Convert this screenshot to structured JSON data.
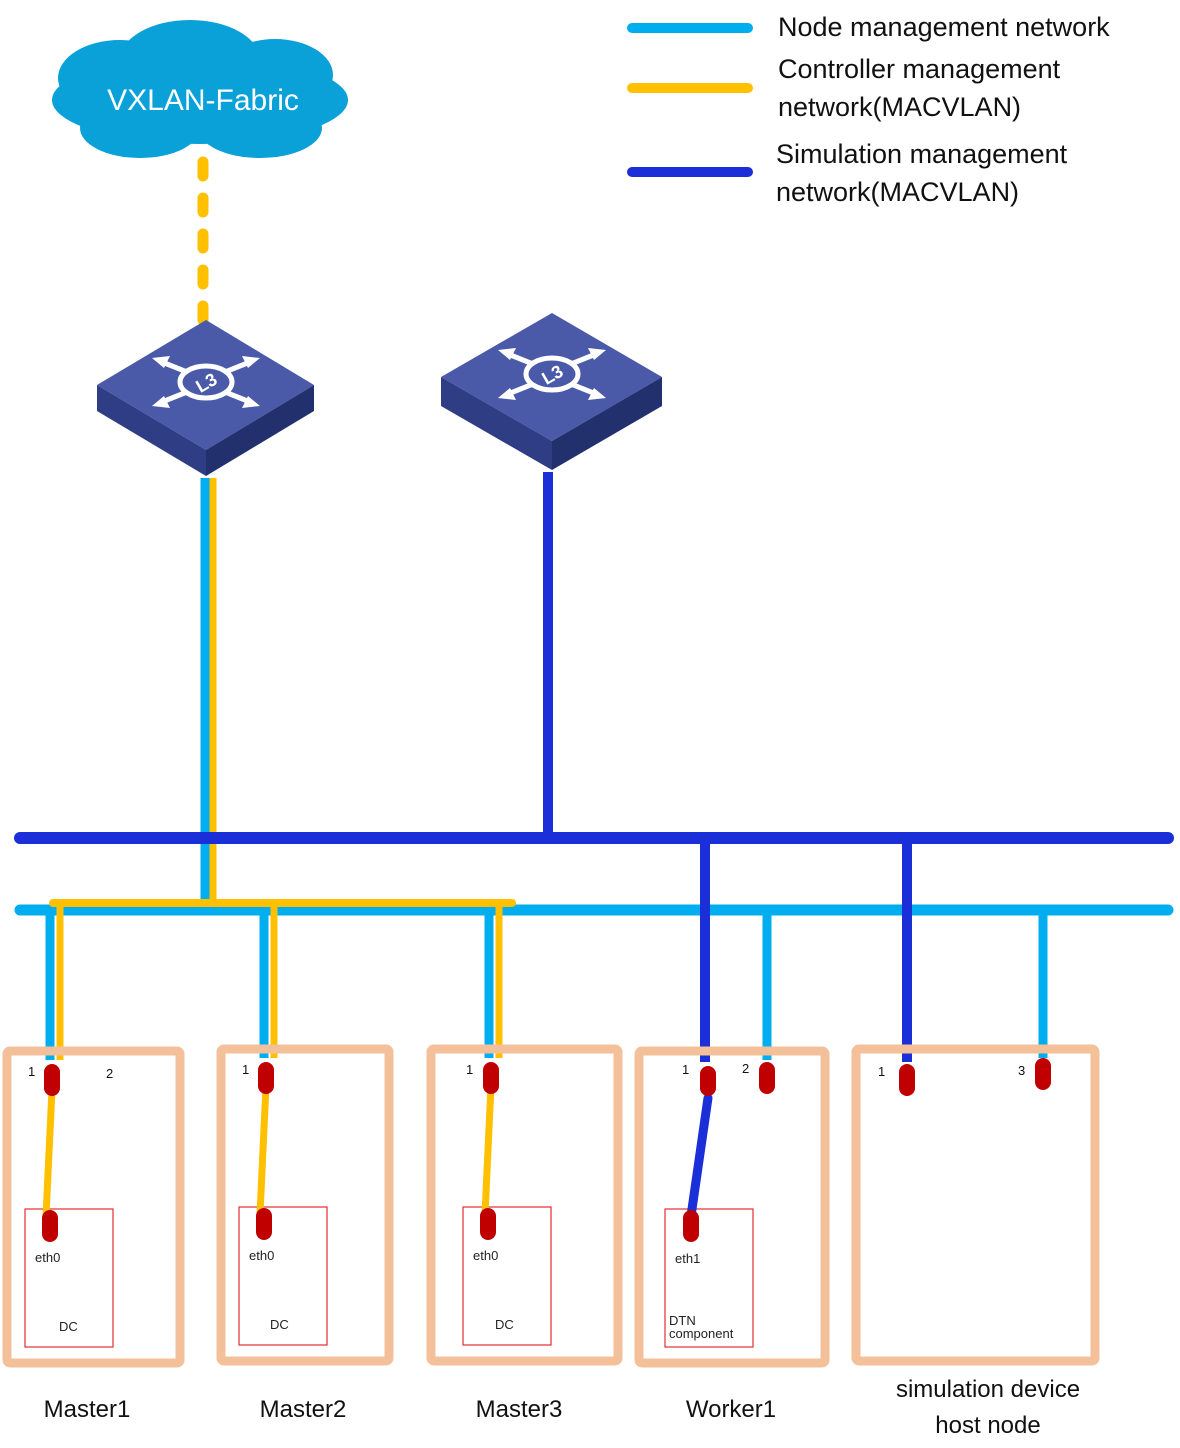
{
  "colors": {
    "node_mgmt": "#00aeef",
    "controller_mgmt": "#ffc000",
    "simulation_mgmt": "#1a2fd8",
    "node_box": "#f4c09a",
    "port": "#c00000",
    "inner_box": "#e03030",
    "switch_top": "#4a5aa8",
    "switch_side": "#2a3578",
    "cloud": "#0aa0d8"
  },
  "legend": {
    "node_mgmt": [
      "Node management network"
    ],
    "controller_mgmt": [
      "Controller management",
      "network(MACVLAN)"
    ],
    "simulation_mgmt": [
      "Simulation management",
      "network(MACVLAN)"
    ]
  },
  "cloud": {
    "label": "VXLAN-Fabric"
  },
  "switches": [
    {
      "name": "l3-switch-left",
      "icon": "l3-router-icon",
      "glyph": "L3"
    },
    {
      "name": "l3-switch-right",
      "icon": "l3-router-icon",
      "glyph": "L3"
    }
  ],
  "nodes": [
    {
      "name": "Master1",
      "ports": [
        "1",
        "2"
      ],
      "inner_label": "DC",
      "iface": "eth0"
    },
    {
      "name": "Master2",
      "ports": [
        "1"
      ],
      "inner_label": "DC",
      "iface": "eth0"
    },
    {
      "name": "Master3",
      "ports": [
        "1"
      ],
      "inner_label": "DC",
      "iface": "eth0"
    },
    {
      "name": "Worker1",
      "ports": [
        "1",
        "2"
      ],
      "inner_label": [
        "DTN",
        "component"
      ],
      "iface": "eth1"
    },
    {
      "name": [
        "simulation device",
        "host node"
      ],
      "ports": [
        "1",
        "3"
      ]
    }
  ]
}
